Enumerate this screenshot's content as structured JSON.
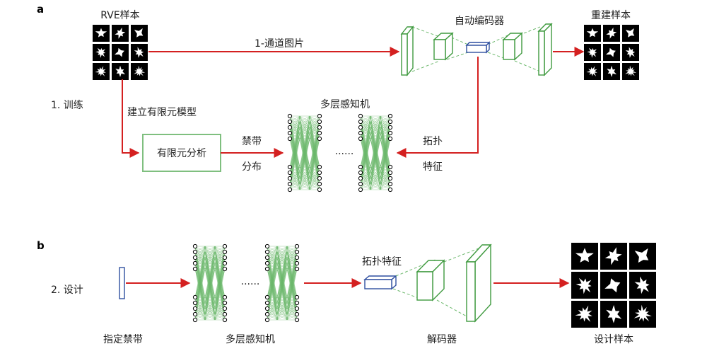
{
  "colors": {
    "arrow": "#d42020",
    "network": "#3f9a3f",
    "box": "#7fbf7f",
    "latent": "#2f4fa0",
    "black": "#000000"
  },
  "panel_a": {
    "label": "a",
    "step": "1. 训练",
    "rve_title": "RVE样本",
    "channel_label": "1-通道图片",
    "autoencoder_title": "自动编码器",
    "recon_title": "重建样本",
    "fem_model_label": "建立有限元模型",
    "fem_box_label": "有限元分析",
    "bandgap_line1": "禁带",
    "bandgap_line2": "分布",
    "mlp_title": "多层感知机",
    "ellipsis": "......",
    "topo_line1": "拓扑",
    "topo_line2": "特征"
  },
  "panel_b": {
    "label": "b",
    "step": "2. 设计",
    "target_label": "指定禁带",
    "mlp_label": "多层感知机",
    "ellipsis": "......",
    "topo_label": "拓扑特征",
    "decoder_label": "解码器",
    "design_label": "设计样本"
  },
  "icons": {
    "sample_grid": "black-tile-with-white-star-icon",
    "neural_net": "mlp-network-icon",
    "cube": "feature-cube-icon",
    "latent": "latent-vector-icon",
    "arrow": "red-arrow-icon"
  }
}
